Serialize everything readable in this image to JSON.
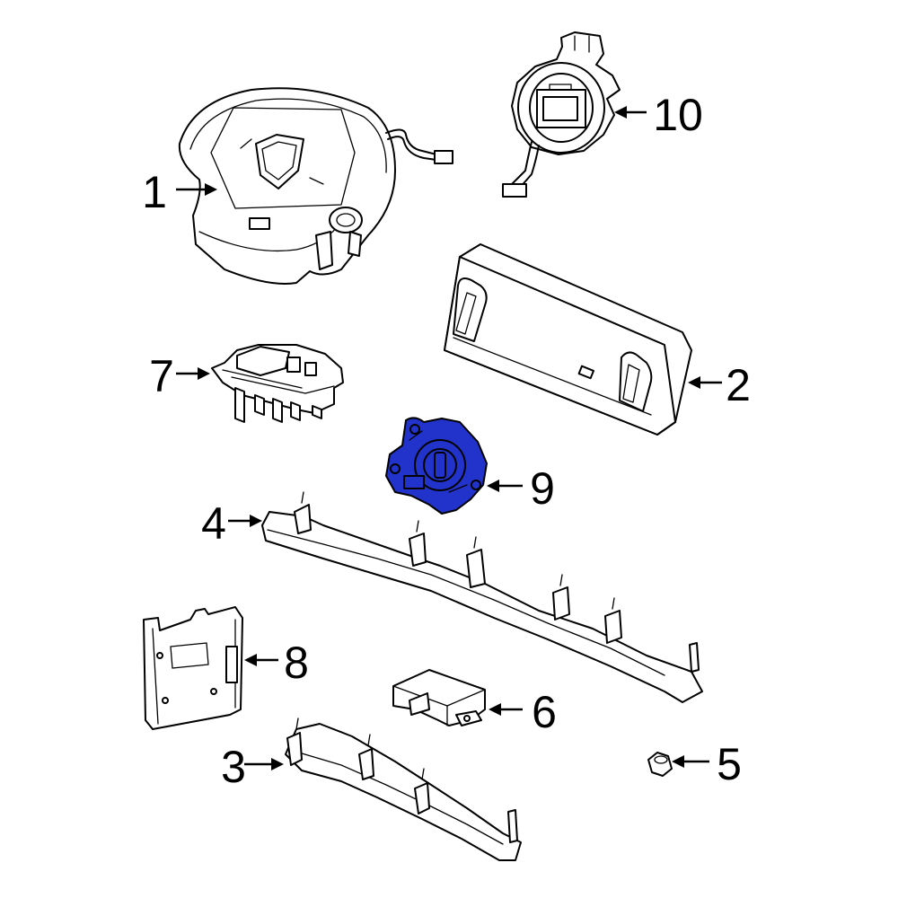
{
  "highlight_color": "#2233cc",
  "parts": [
    {
      "id": "1",
      "icon": "airbag-cover-icon",
      "label": "1"
    },
    {
      "id": "2",
      "icon": "knee-airbag-icon",
      "label": "2"
    },
    {
      "id": "3",
      "icon": "bracket-lower-icon",
      "label": "3"
    },
    {
      "id": "4",
      "icon": "bracket-upper-icon",
      "label": "4"
    },
    {
      "id": "5",
      "icon": "nut-icon",
      "label": "5"
    },
    {
      "id": "6",
      "icon": "sensor-icon",
      "label": "6"
    },
    {
      "id": "7",
      "icon": "control-module-icon",
      "label": "7"
    },
    {
      "id": "8",
      "icon": "mounting-plate-icon",
      "label": "8"
    },
    {
      "id": "9",
      "icon": "ignition-switch-icon",
      "label": "9",
      "highlighted": true
    },
    {
      "id": "10",
      "icon": "clockspring-icon",
      "label": "10"
    }
  ]
}
